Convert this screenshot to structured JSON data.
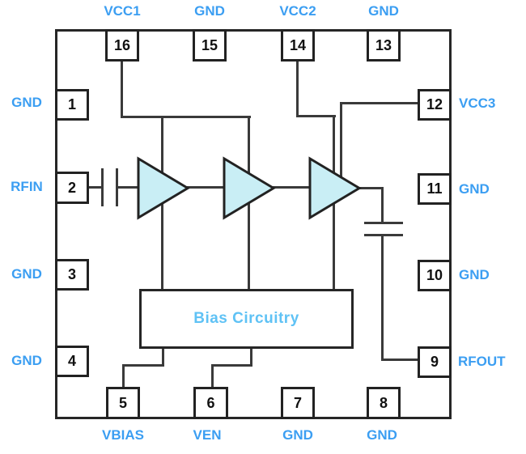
{
  "colors": {
    "pin_label_blue": "#3b9ef2",
    "bias_label_blue": "#5fc2f5",
    "amp_fill_cyan": "#c9eef5",
    "wire_dark": "#3a3a3a",
    "border_black": "#262626",
    "background": "#ffffff"
  },
  "pins": {
    "top": [
      {
        "num": "16",
        "label": "VCC1"
      },
      {
        "num": "15",
        "label": "GND"
      },
      {
        "num": "14",
        "label": "VCC2"
      },
      {
        "num": "13",
        "label": "GND"
      }
    ],
    "left": [
      {
        "num": "1",
        "label": "GND"
      },
      {
        "num": "2",
        "label": "RFIN"
      },
      {
        "num": "3",
        "label": "GND"
      },
      {
        "num": "4",
        "label": "GND"
      }
    ],
    "right": [
      {
        "num": "12",
        "label": "VCC3"
      },
      {
        "num": "11",
        "label": "GND"
      },
      {
        "num": "10",
        "label": "GND"
      },
      {
        "num": "9",
        "label": "RFOUT"
      }
    ],
    "bottom": [
      {
        "num": "5",
        "label": "VBIAS"
      },
      {
        "num": "6",
        "label": "VEN"
      },
      {
        "num": "7",
        "label": "GND"
      },
      {
        "num": "8",
        "label": "GND"
      }
    ]
  },
  "bias_block": {
    "label": "Bias Circuitry"
  },
  "icons": {
    "amplifier_stages": [
      "amp-stage-1-icon",
      "amp-stage-2-icon",
      "amp-stage-3-icon"
    ],
    "capacitors": [
      "input-coupling-capacitor-icon",
      "output-coupling-capacitor-icon"
    ]
  }
}
